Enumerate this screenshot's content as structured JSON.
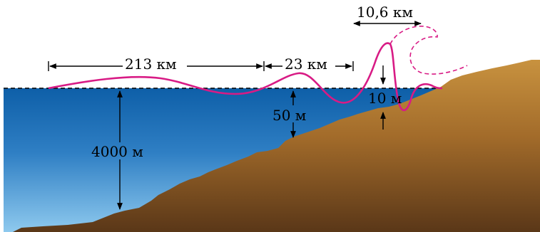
{
  "labels": {
    "wave_crest_length": "10,6 км",
    "wavelength_open_ocean": "213 км",
    "wavelength_shelf": "23 км",
    "ocean_depth": "4000 м",
    "shelf_depth": "50 м",
    "wave_height": "10 м"
  },
  "colors": {
    "wave_line": "#d81b85",
    "water_top": "#0e5fa8",
    "water_bottom": "#8ec9ee",
    "land_light": "#c8923f",
    "land_dark": "#5a3718",
    "arrow": "#000000"
  }
}
